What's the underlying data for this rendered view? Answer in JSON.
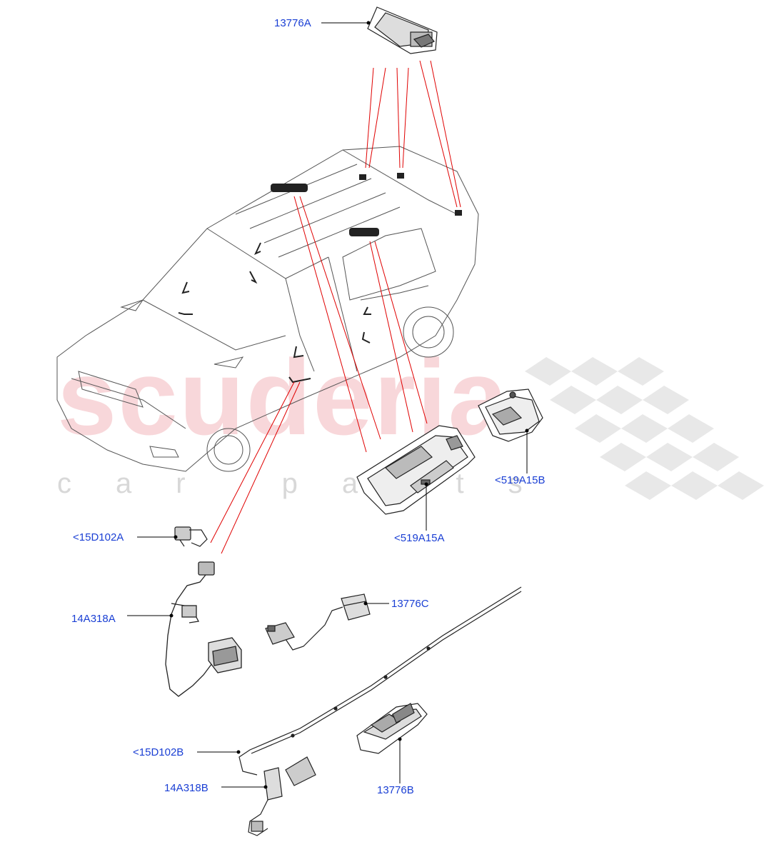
{
  "watermark": {
    "title": "scuderia",
    "subtitle": "car parts"
  },
  "callouts": [
    {
      "id": "13776A",
      "label": "13776A"
    },
    {
      "id": "519A15B",
      "label": "<519A15B"
    },
    {
      "id": "519A15A",
      "label": "<519A15A"
    },
    {
      "id": "15D102A",
      "label": "<15D102A"
    },
    {
      "id": "13776C",
      "label": "13776C"
    },
    {
      "id": "14A318A",
      "label": "14A318A"
    },
    {
      "id": "15D102B",
      "label": "<15D102B"
    },
    {
      "id": "14A318B",
      "label": "14A318B"
    },
    {
      "id": "13776B",
      "label": "13776B"
    }
  ],
  "colors": {
    "callout_text": "#1a3fd4",
    "leader_line": "#000000",
    "reference_line": "#e00000",
    "watermark_red": "#f3b8bc",
    "watermark_gray": "#d8d8d8",
    "checker": "#e6e6e6"
  }
}
